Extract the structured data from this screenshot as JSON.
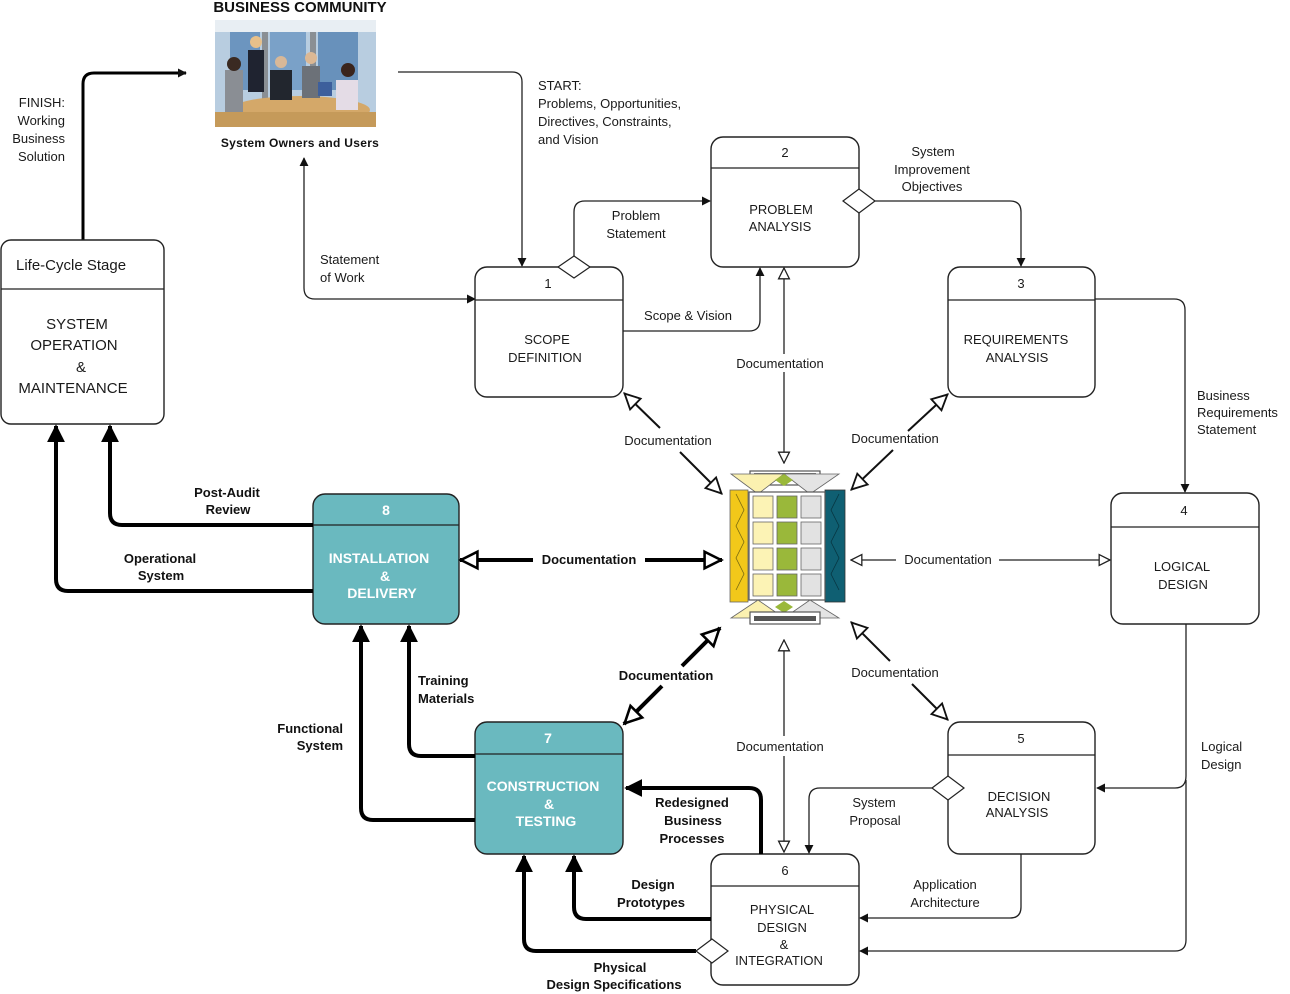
{
  "header": {
    "title": "BUSINESS COMMUNITY",
    "subtitle": "System Owners and Users"
  },
  "stage_legend": {
    "header": "Life-Cycle Stage",
    "lines": [
      "SYSTEM",
      "OPERATION",
      "&",
      "MAINTENANCE"
    ]
  },
  "finish_label": [
    "FINISH:",
    "Working",
    "Business",
    "Solution"
  ],
  "start_label": [
    "START:",
    "Problems, Opportunities,",
    "Directives, Constraints,",
    "and Vision"
  ],
  "phases": [
    {
      "number": "1",
      "lines": [
        "SCOPE",
        "DEFINITION"
      ],
      "highlight": false
    },
    {
      "number": "2",
      "lines": [
        "PROBLEM",
        "ANALYSIS"
      ],
      "highlight": false
    },
    {
      "number": "3",
      "lines": [
        "REQUIREMENTS",
        "ANALYSIS"
      ],
      "highlight": false
    },
    {
      "number": "4",
      "lines": [
        "LOGICAL",
        "DESIGN"
      ],
      "highlight": false
    },
    {
      "number": "5",
      "lines": [
        "DECISION",
        "ANALYSIS"
      ],
      "highlight": false
    },
    {
      "number": "6",
      "lines": [
        "PHYSICAL",
        "DESIGN",
        "&",
        "INTEGRATION"
      ],
      "highlight": false
    },
    {
      "number": "7",
      "lines": [
        "CONSTRUCTION",
        "&",
        "TESTING"
      ],
      "highlight": true
    },
    {
      "number": "8",
      "lines": [
        "INSTALLATION",
        "&",
        "DELIVERY"
      ],
      "highlight": true
    }
  ],
  "flows": {
    "statement_of_work": [
      "Statement",
      "of Work"
    ],
    "problem_statement": [
      "Problem",
      "Statement"
    ],
    "scope_vision": "Scope & Vision",
    "system_improvement_objectives": [
      "System",
      "Improvement",
      "Objectives"
    ],
    "business_requirements_statement": [
      "Business",
      "Requirements",
      "Statement"
    ],
    "logical_design": [
      "Logical",
      "Design"
    ],
    "system_proposal": [
      "System",
      "Proposal"
    ],
    "application_architecture": [
      "Application",
      "Architecture"
    ],
    "redesigned_business_processes": [
      "Redesigned",
      "Business",
      "Processes"
    ],
    "design_prototypes": [
      "Design",
      "Prototypes"
    ],
    "physical_design_specifications": [
      "Physical",
      "Design Specifications"
    ],
    "training_materials": [
      "Training",
      "Materials"
    ],
    "functional_system": [
      "Functional",
      "System"
    ],
    "post_audit_review": [
      "Post-Audit",
      "Review"
    ],
    "operational_system": [
      "Operational",
      "System"
    ],
    "documentation": "Documentation"
  },
  "colors": {
    "highlight_phase": "#6ab9bf",
    "repository_yellow": "#f2c81a",
    "repository_teal": "#0f5f72",
    "repository_green": "#9ab83a",
    "repository_lightyellow": "#fcf3b5",
    "repository_gray": "#e2e2e2"
  }
}
